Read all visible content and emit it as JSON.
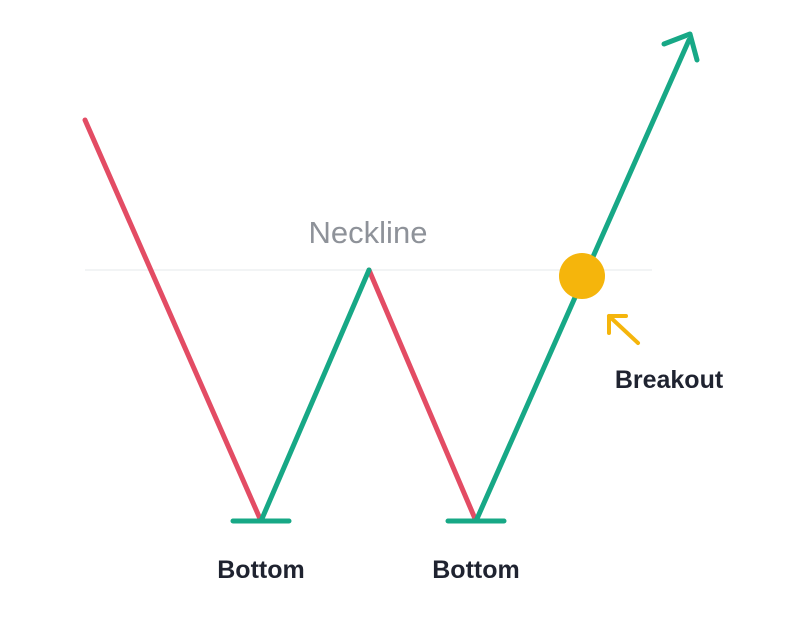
{
  "diagram": {
    "neckline_label": "Neckline",
    "breakout_label": "Breakout",
    "bottom_left_label": "Bottom",
    "bottom_right_label": "Bottom"
  },
  "colors": {
    "down": "#e34c64",
    "up": "#17a886",
    "breakout": "#f5b50c",
    "neckline": "#eef0f2",
    "label_dark": "#1f2330",
    "label_muted": "#8e9299"
  },
  "icons": {
    "breakout_marker": "yellow-dot",
    "breakout_pointer": "arrow-up-left-icon",
    "trend_end": "arrow-up-right-icon"
  }
}
